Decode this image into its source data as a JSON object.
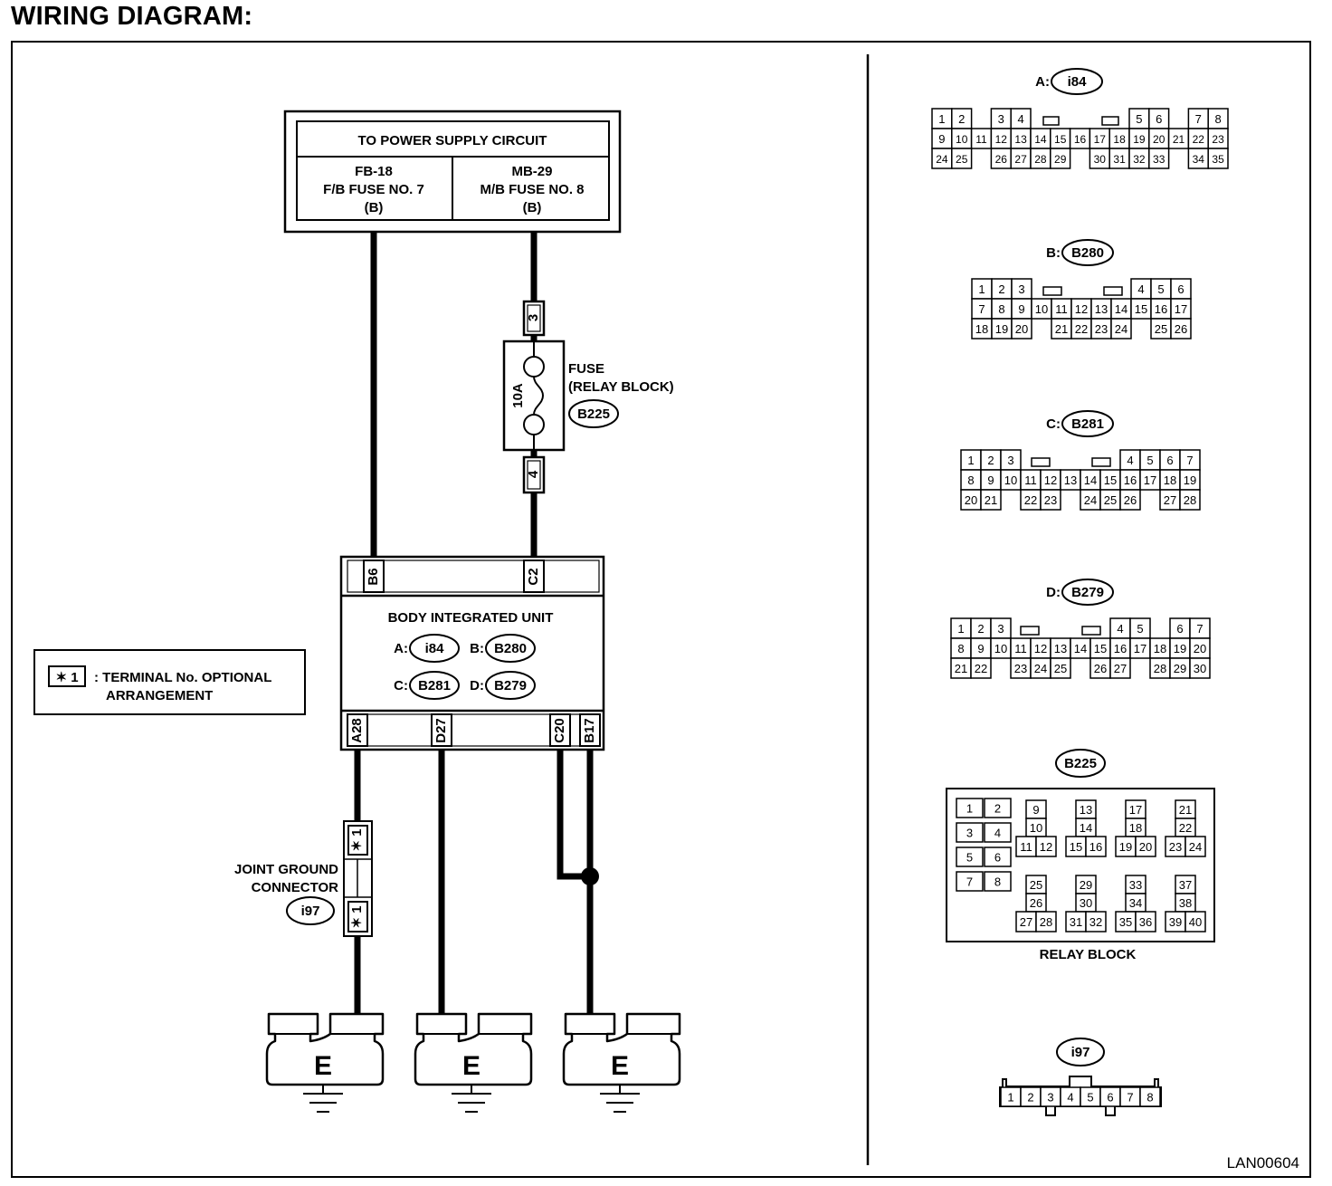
{
  "title": "WIRING DIAGRAM:",
  "figure_id": "LAN00604",
  "power_supply": {
    "header": "TO POWER SUPPLY CIRCUIT",
    "left": [
      "FB-18",
      "F/B FUSE NO. 7",
      "(B)"
    ],
    "right": [
      "MB-29",
      "M/B FUSE NO. 8",
      "(B)"
    ]
  },
  "fuse": {
    "label": [
      "FUSE",
      "(RELAY BLOCK)"
    ],
    "connector": "B225",
    "rating": "10A",
    "pin_in": "3",
    "pin_out": "4"
  },
  "unit": {
    "name": "BODY INTEGRATED UNIT",
    "top_pins": [
      "B6",
      "C2"
    ],
    "bottom_pins": [
      "A28",
      "D27",
      "C20",
      "B17"
    ],
    "connectors": [
      {
        "prefix": "A:",
        "id": "i84"
      },
      {
        "prefix": "B:",
        "id": "B280"
      },
      {
        "prefix": "C:",
        "id": "B281"
      },
      {
        "prefix": "D:",
        "id": "B279"
      }
    ]
  },
  "legend": {
    "symbol": "✶ 1",
    "text": [
      ": TERMINAL No. OPTIONAL",
      "ARRANGEMENT"
    ]
  },
  "joint": {
    "label": [
      "JOINT GROUND",
      "CONNECTOR"
    ],
    "connector": "i97",
    "mark": "✶ 1"
  },
  "ground_letter": "E",
  "connector_views": [
    {
      "prefix": "A:",
      "id": "i84",
      "rows": [
        [
          "1",
          "2",
          "",
          "3",
          "4",
          "",
          "",
          "",
          "",
          "",
          "5",
          "6",
          "",
          "7",
          "8"
        ],
        [
          "9",
          "10",
          "11",
          "12",
          "13",
          "14",
          "15",
          "16",
          "17",
          "18",
          "19",
          "20",
          "21",
          "22",
          "23"
        ],
        [
          "24",
          "25",
          "",
          "26",
          "27",
          "28",
          "29",
          "",
          "30",
          "31",
          "32",
          "33",
          "",
          "34",
          "35"
        ]
      ]
    },
    {
      "prefix": "B:",
      "id": "B280",
      "rows": [
        [
          "1",
          "2",
          "3",
          "",
          "",
          "",
          "",
          "",
          "4",
          "5",
          "6"
        ],
        [
          "7",
          "8",
          "9",
          "10",
          "11",
          "12",
          "13",
          "14",
          "15",
          "16",
          "17"
        ],
        [
          "18",
          "19",
          "20",
          "",
          "21",
          "22",
          "23",
          "24",
          "",
          "25",
          "26"
        ]
      ]
    },
    {
      "prefix": "C:",
      "id": "B281",
      "rows": [
        [
          "1",
          "2",
          "3",
          "",
          "",
          "",
          "",
          "",
          "4",
          "5",
          "6",
          "7"
        ],
        [
          "8",
          "9",
          "10",
          "11",
          "12",
          "13",
          "14",
          "15",
          "16",
          "17",
          "18",
          "19"
        ],
        [
          "20",
          "21",
          "",
          "22",
          "23",
          "",
          "24",
          "25",
          "26",
          "",
          "27",
          "28"
        ]
      ]
    },
    {
      "prefix": "D:",
      "id": "B279",
      "rows": [
        [
          "1",
          "2",
          "3",
          "",
          "",
          "",
          "",
          "",
          "4",
          "5",
          "",
          "6",
          "7"
        ],
        [
          "8",
          "9",
          "10",
          "11",
          "12",
          "13",
          "14",
          "15",
          "16",
          "17",
          "18",
          "19",
          "20"
        ],
        [
          "21",
          "22",
          "",
          "23",
          "24",
          "25",
          "",
          "26",
          "27",
          "",
          "28",
          "29",
          "30"
        ]
      ]
    }
  ],
  "relay_block": {
    "id": "B225",
    "caption": "RELAY BLOCK",
    "left_pairs": [
      [
        "1",
        "2"
      ],
      [
        "3",
        "4"
      ],
      [
        "5",
        "6"
      ],
      [
        "7",
        "8"
      ]
    ],
    "groups": [
      [
        "9",
        "10",
        "11",
        "12"
      ],
      [
        "13",
        "14",
        "15",
        "16"
      ],
      [
        "17",
        "18",
        "19",
        "20"
      ],
      [
        "21",
        "22",
        "23",
        "24"
      ],
      [
        "25",
        "26",
        "27",
        "28"
      ],
      [
        "29",
        "30",
        "31",
        "32"
      ],
      [
        "33",
        "34",
        "35",
        "36"
      ],
      [
        "37",
        "38",
        "39",
        "40"
      ]
    ]
  },
  "i97_view": {
    "id": "i97",
    "pins": [
      "1",
      "2",
      "3",
      "4",
      "5",
      "6",
      "7",
      "8"
    ]
  }
}
